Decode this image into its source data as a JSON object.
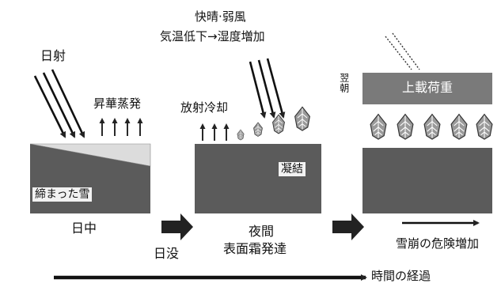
{
  "diagram": {
    "stage_day": {
      "solar_radiation": "日射",
      "sublimation": "昇華蒸発",
      "snowpack": "締まった雪",
      "caption": "日中"
    },
    "sunset": "日没",
    "stage_night": {
      "condition_line1": "快晴·弱風",
      "condition_line2": "気温低下→湿度増加",
      "radiative_cooling": "放射冷却",
      "condensation": "凝結",
      "caption_line1": "夜間",
      "caption_line2": "表面霜発達"
    },
    "stage_nextday": {
      "next_morning": "翌朝",
      "overload": "上載荷重",
      "avalanche_risk": "雪崩の危険増加"
    },
    "time_axis": "時間の経過",
    "colors": {
      "snow_block": "#5b5b5b",
      "surface_layer": "#dcdcdc",
      "overload_block": "#7a7a7a",
      "arrow": "#222222",
      "crystal_fill": "#9a9a9a"
    }
  }
}
